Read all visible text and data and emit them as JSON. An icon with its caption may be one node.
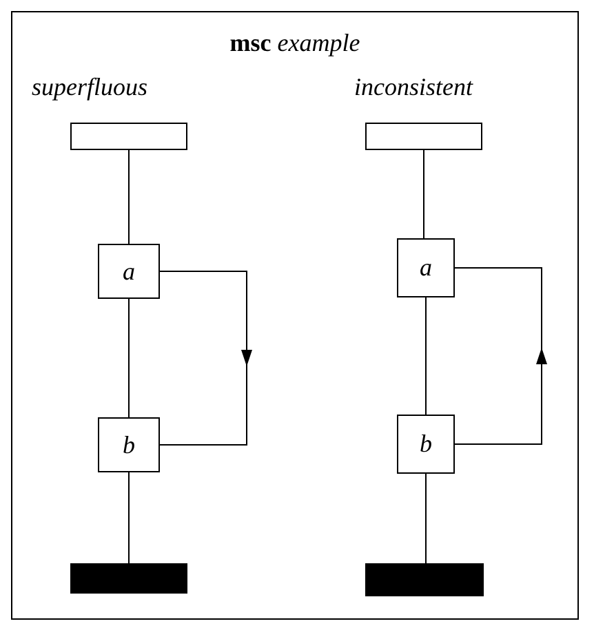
{
  "diagram": {
    "nodes": [
      {
        "text": [
          "**msc** *example*"
        ]
      },
      {
        "text": [
          "superfluous"
        ],
        "in": 0
      },
      {
        "text": [
          "a"
        ],
        "in": 0
      },
      {
        "text": [
          "b"
        ],
        "in": 0
      },
      {
        "text": [],
        "shape": "bar",
        "in": 0
      },
      {
        "text": [
          "inconsistent"
        ],
        "in": 0
      },
      {
        "text": [
          "a"
        ],
        "in": 0
      },
      {
        "text": [
          "b"
        ],
        "in": 0
      },
      {
        "text": [],
        "shape": "bar",
        "in": 0
      }
    ],
    "edges": [
      {
        "from": 1,
        "to": 2,
        "arrow": "none"
      },
      {
        "from": 2,
        "to": 3,
        "arrow": "none"
      },
      {
        "from": 3,
        "to": 4,
        "arrow": "none"
      },
      {
        "from": 2,
        "to": 3,
        "arrow": "to"
      },
      {
        "from": 5,
        "to": 6,
        "arrow": "none"
      },
      {
        "from": 6,
        "to": 7,
        "arrow": "none"
      },
      {
        "from": 7,
        "to": 8,
        "arrow": "none"
      },
      {
        "from": 7,
        "to": 6,
        "arrow": "to"
      }
    ]
  }
}
